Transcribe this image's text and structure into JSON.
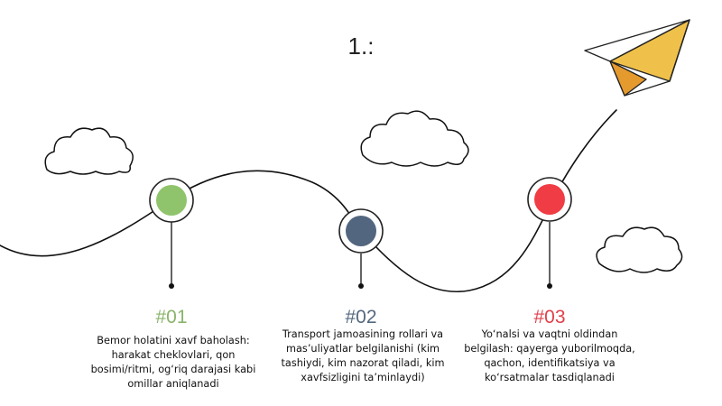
{
  "title": "1.:",
  "steps": [
    {
      "number": "#01",
      "color": "#8ab46a",
      "marker_fill": "#8fc46c",
      "text": "Bemor holatini xavf baholash: harakat cheklovlari, qon bosimi/ritmi, og‘riq darajasi kabi omillar aniqlanadi"
    },
    {
      "number": "#02",
      "color": "#54687f",
      "marker_fill": "#52667f",
      "text": "Transport jamoasining rollari va mas’uliyatlar belgilanishi (kim tashiydi, kim nazorat qiladi, kim xavfsizligini ta’minlaydi)"
    },
    {
      "number": "#03",
      "color": "#e0404a",
      "marker_fill": "#f03c44",
      "text": "Yo‘nalsi va vaqtni oldindan belgilash: qayerga yuborilmoqda, qachon, identifikatsiya va ko‘rsatmalar tasdiqlanadi"
    }
  ],
  "icons": {
    "plane": "paper-plane-icon",
    "cloud": "cloud-icon"
  }
}
